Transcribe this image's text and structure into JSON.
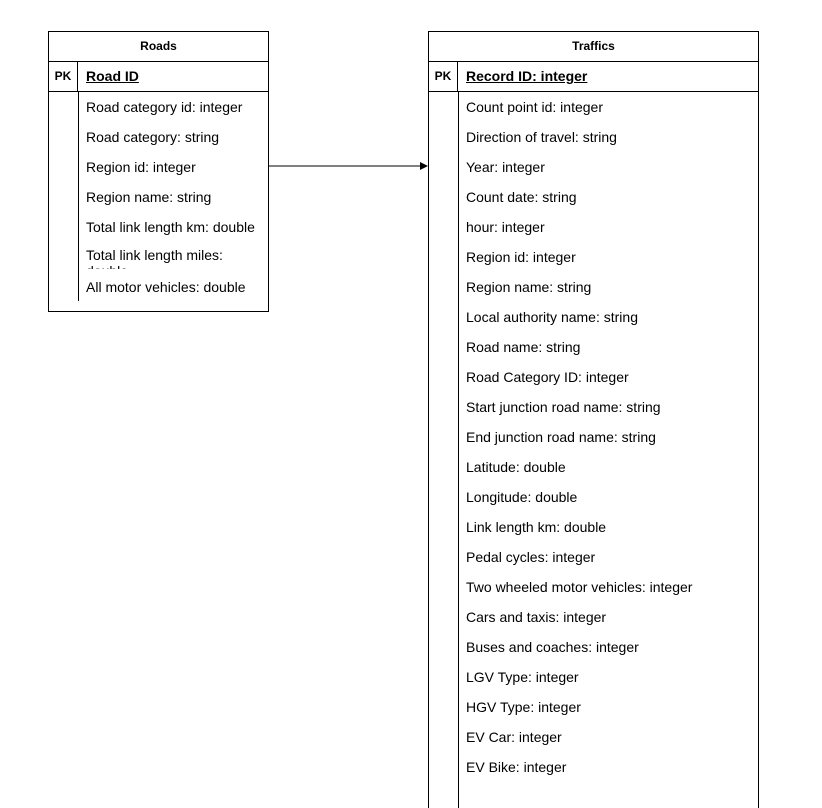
{
  "roads": {
    "title": "Roads",
    "pk_label": "PK",
    "pk_field": "Road ID",
    "attributes": [
      "Road category id: integer",
      "Road category: string",
      "Region id: integer",
      "Region name: string",
      "Total link length km: double",
      "Total link length miles: double",
      "All motor vehicles: double"
    ]
  },
  "traffics": {
    "title": "Traffics",
    "pk_label": "PK",
    "pk_field": "Record ID: integer",
    "attributes": [
      "Count point id: integer",
      "Direction of travel: string",
      "Year: integer",
      "Count date: string",
      "hour: integer",
      " Region id: integer",
      "Region name: string",
      "Local authority name: string",
      "Road name: string",
      "Road Category ID: integer",
      "Start junction road name: string",
      "End junction road name: string",
      "Latitude: double",
      "Longitude: double",
      "Link length km: double",
      "Pedal cycles: integer",
      " Two wheeled motor vehicles: integer",
      "Cars and taxis: integer",
      "Buses and coaches: integer",
      "LGV Type: integer",
      "HGV Type: integer",
      "EV Car: integer",
      "EV Bike: integer"
    ]
  }
}
